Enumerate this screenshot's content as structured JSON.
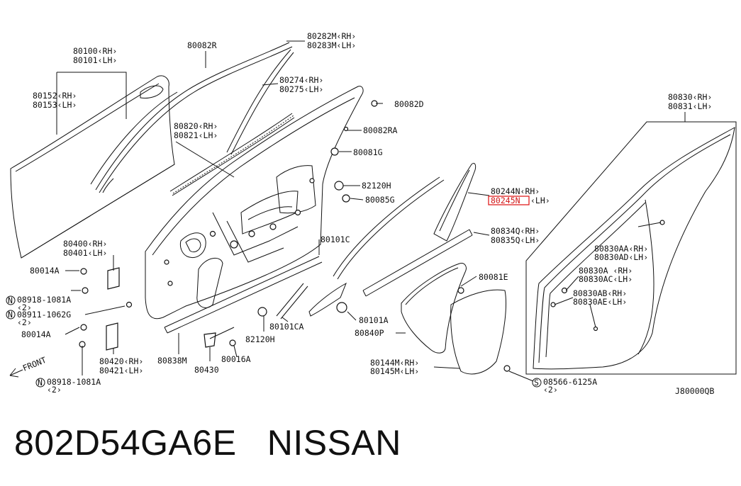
{
  "title": "802D54GA6E   NISSAN",
  "labels": {
    "l80100": "80100‹RH›",
    "l80101": "80101‹LH›",
    "l80082R": "80082R",
    "l80282M": "80282M‹RH›",
    "l80283M": "80283M‹LH›",
    "l80274": "80274‹RH›",
    "l80275": "80275‹LH›",
    "l80152": "80152‹RH›",
    "l80153": "80153‹LH›",
    "l80082D": "80082D",
    "l80820": "80820‹RH›",
    "l80821": "80821‹LH›",
    "l80082RA": "80082RA",
    "l80081G": "80081G",
    "l82120H_top": "82120H",
    "l80085G": "80085G",
    "l80244N": "80244N‹RH›",
    "l80245N": "80245N",
    "l80245N_lh": "‹LH›",
    "l80834Q": "80834Q‹RH›",
    "l80835Q": "80835Q‹LH›",
    "l80101C": "80101C",
    "l80400": "80400‹RH›",
    "l80401": "80401‹LH›",
    "l80014A_top": "80014A",
    "l08918_top": "08918-1081A",
    "l08918_top_qty": "‹2›",
    "l08911": "08911-1062G",
    "l08911_qty": "‹2›",
    "l80014A_bot": "80014A",
    "l08918_bot": "08918-1081A",
    "l08918_bot_qty": "‹2›",
    "l80420": "80420‹RH›",
    "l80421": "80421‹LH›",
    "l80838M": "80838M",
    "l80430": "80430",
    "l80016A": "80016A",
    "l82120H_bot": "82120H",
    "l80101CA": "80101CA",
    "l80101A": "80101A",
    "l80840P": "80840P",
    "l80081E": "80081E",
    "l80144M": "80144M‹RH›",
    "l80145M": "80145M‹LH›",
    "l08566": "08566-6125A",
    "l08566_qty": "‹2›",
    "l80830": "80830‹RH›",
    "l80831": "80831‹LH›",
    "l80830AA": "80830AA‹RH›",
    "l80830AD": "80830AD‹LH›",
    "l80830A": "80830A ‹RH›",
    "l80830AC": "80830AC‹LH›",
    "l80830AB": "80830AB‹RH›",
    "l80830AE": "80830AE‹LH›",
    "front": "FRONT",
    "diagram_code": "J80000QB",
    "n_symbol": "N",
    "s_symbol": "S"
  },
  "highlight_color": "#e02020"
}
